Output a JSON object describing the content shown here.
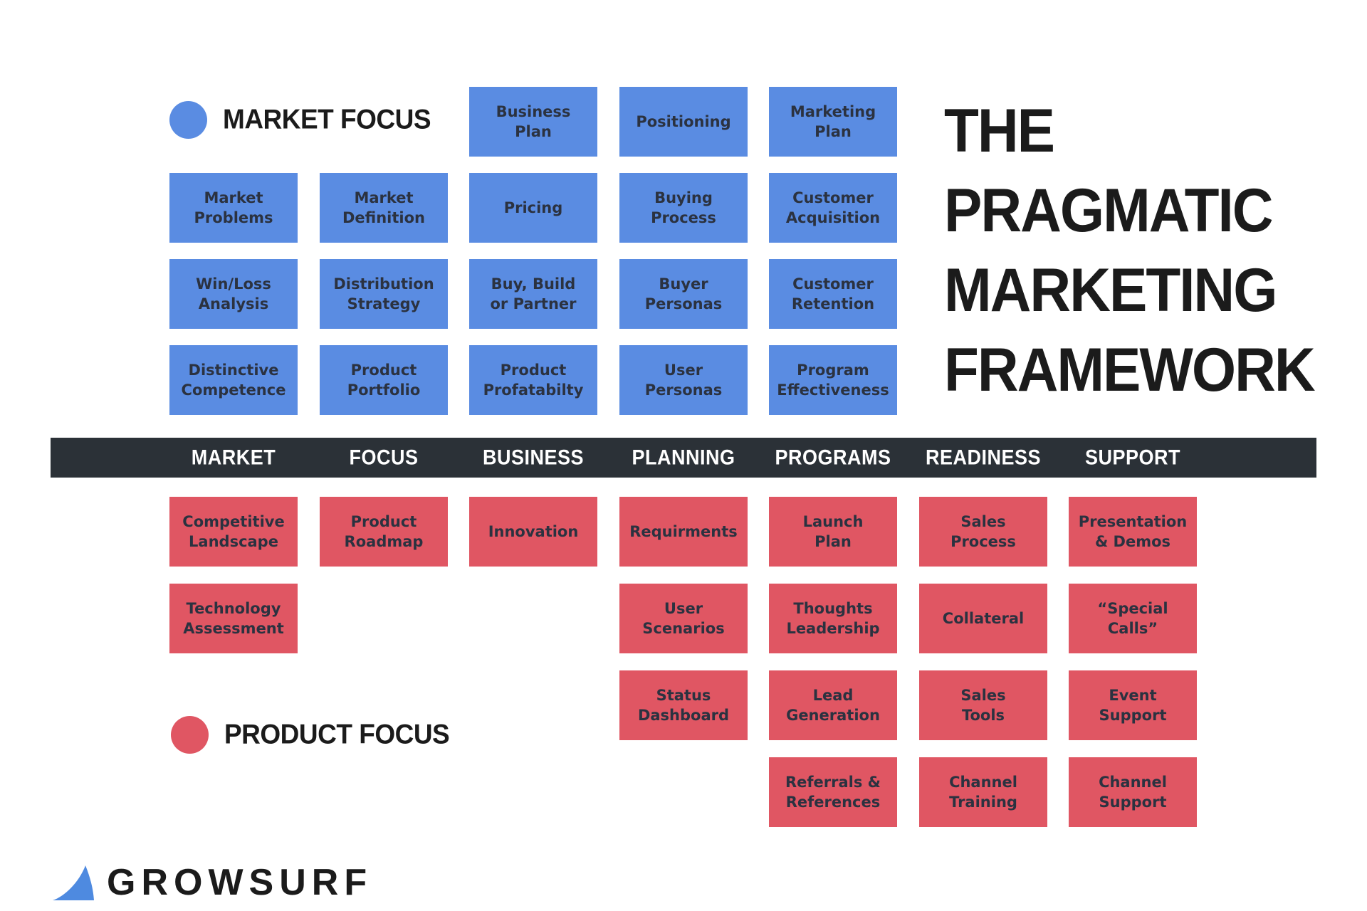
{
  "title": {
    "lines": [
      "THE",
      "PRAGMATIC",
      "MARKETING",
      "FRAMEWORK"
    ]
  },
  "legends": {
    "market": {
      "label": "MARKET FOCUS",
      "color": "#5a8ce2"
    },
    "product": {
      "label": "PRODUCT FOCUS",
      "color": "#e05663"
    }
  },
  "divider": {
    "headers": [
      "MARKET",
      "FOCUS",
      "BUSINESS",
      "PLANNING",
      "PROGRAMS",
      "READINESS",
      "SUPPORT"
    ],
    "background": "#2b3137"
  },
  "boxes": {
    "blue": [
      {
        "row": 1,
        "col": 3,
        "label": "Business\nPlan"
      },
      {
        "row": 1,
        "col": 4,
        "label": "Positioning"
      },
      {
        "row": 1,
        "col": 5,
        "label": "Marketing\nPlan"
      },
      {
        "row": 2,
        "col": 1,
        "label": "Market\nProblems"
      },
      {
        "row": 2,
        "col": 2,
        "label": "Market\nDefinition"
      },
      {
        "row": 2,
        "col": 3,
        "label": "Pricing"
      },
      {
        "row": 2,
        "col": 4,
        "label": "Buying\nProcess"
      },
      {
        "row": 2,
        "col": 5,
        "label": "Customer\nAcquisition"
      },
      {
        "row": 3,
        "col": 1,
        "label": "Win/Loss\nAnalysis"
      },
      {
        "row": 3,
        "col": 2,
        "label": "Distribution\nStrategy"
      },
      {
        "row": 3,
        "col": 3,
        "label": "Buy, Build\nor Partner"
      },
      {
        "row": 3,
        "col": 4,
        "label": "Buyer\nPersonas"
      },
      {
        "row": 3,
        "col": 5,
        "label": "Customer\nRetention"
      },
      {
        "row": 4,
        "col": 1,
        "label": "Distinctive\nCompetence"
      },
      {
        "row": 4,
        "col": 2,
        "label": "Product\nPortfolio"
      },
      {
        "row": 4,
        "col": 3,
        "label": "Product\nProfatabilty"
      },
      {
        "row": 4,
        "col": 4,
        "label": "User\nPersonas"
      },
      {
        "row": 4,
        "col": 5,
        "label": "Program\nEffectiveness"
      }
    ],
    "red": [
      {
        "row": 1,
        "col": 1,
        "label": "Competitive\nLandscape"
      },
      {
        "row": 1,
        "col": 2,
        "label": "Product\nRoadmap"
      },
      {
        "row": 1,
        "col": 3,
        "label": "Innovation"
      },
      {
        "row": 1,
        "col": 4,
        "label": "Requirments"
      },
      {
        "row": 1,
        "col": 5,
        "label": "Launch\nPlan"
      },
      {
        "row": 1,
        "col": 6,
        "label": "Sales\nProcess"
      },
      {
        "row": 1,
        "col": 7,
        "label": "Presentation\n& Demos"
      },
      {
        "row": 2,
        "col": 1,
        "label": "Technology\nAssessment"
      },
      {
        "row": 2,
        "col": 4,
        "label": "User\nScenarios"
      },
      {
        "row": 2,
        "col": 5,
        "label": "Thoughts\nLeadership"
      },
      {
        "row": 2,
        "col": 6,
        "label": "Collateral"
      },
      {
        "row": 2,
        "col": 7,
        "label": "“Special\nCalls”"
      },
      {
        "row": 3,
        "col": 4,
        "label": "Status\nDashboard"
      },
      {
        "row": 3,
        "col": 5,
        "label": "Lead\nGeneration"
      },
      {
        "row": 3,
        "col": 6,
        "label": "Sales\nTools"
      },
      {
        "row": 3,
        "col": 7,
        "label": "Event\nSupport"
      },
      {
        "row": 4,
        "col": 5,
        "label": "Referrals &\nReferences"
      },
      {
        "row": 4,
        "col": 6,
        "label": "Channel\nTraining"
      },
      {
        "row": 4,
        "col": 7,
        "label": "Channel\nSupport"
      }
    ]
  },
  "logo": {
    "text": "GROWSURF",
    "fin_color": "#4e8ae0"
  },
  "colors": {
    "blue": "#5a8ce2",
    "red": "#e05663",
    "bar": "#2b3137",
    "box_ink": "#2b3240",
    "ink": "#1b1b1b",
    "bg": "#ffffff"
  }
}
